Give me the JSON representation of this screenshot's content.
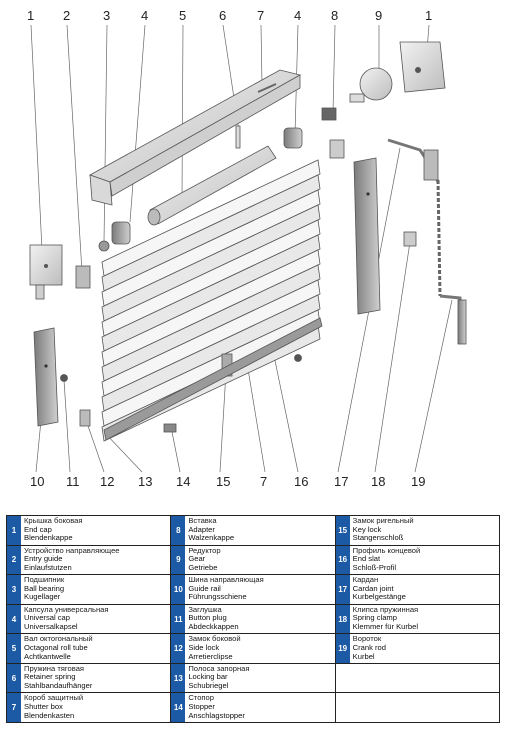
{
  "callouts_top": [
    "1",
    "2",
    "3",
    "4",
    "5",
    "6",
    "7",
    "4",
    "8",
    "9",
    "1"
  ],
  "callouts_bottom": [
    "10",
    "11",
    "12",
    "13",
    "14",
    "15",
    "7",
    "16",
    "17",
    "18",
    "19"
  ],
  "legend": {
    "columns": [
      [
        {
          "n": "1",
          "ru": "Крышка боковая",
          "en": "End cap",
          "de": "Blendenkappe"
        },
        {
          "n": "2",
          "ru": "Устройство направляющее",
          "en": "Entry guide",
          "de": "Einlaufstutzen"
        },
        {
          "n": "3",
          "ru": "Подшипник",
          "en": "Ball bearing",
          "de": "Kugellager"
        },
        {
          "n": "4",
          "ru": "Капсула универсальная",
          "en": "Universal cap",
          "de": "Universalkapsel"
        },
        {
          "n": "5",
          "ru": "Вал октогональный",
          "en": "Octagonal roll tube",
          "de": "Achtkantwelle"
        },
        {
          "n": "6",
          "ru": "Пружина тяговая",
          "en": "Retainer spring",
          "de": "Stahlbandaufhänger"
        },
        {
          "n": "7",
          "ru": "Короб защитный",
          "en": "Shutter box",
          "de": "Blendenkasten"
        }
      ],
      [
        {
          "n": "8",
          "ru": "Вставка",
          "en": "Adapter",
          "de": "Walzenkappe"
        },
        {
          "n": "9",
          "ru": "Редуктор",
          "en": "Gear",
          "de": "Getriebe"
        },
        {
          "n": "10",
          "ru": "Шина направляющая",
          "en": "Guide rail",
          "de": "Führungsschiene"
        },
        {
          "n": "11",
          "ru": "Заглушка",
          "en": "Button plug",
          "de": "Abdeckkappen"
        },
        {
          "n": "12",
          "ru": "Замок боковой",
          "en": "Side lock",
          "de": "Arretierclipse"
        },
        {
          "n": "13",
          "ru": "Полоса запорная",
          "en": "Locking bar",
          "de": "Schubriegel"
        },
        {
          "n": "14",
          "ru": "Стопор",
          "en": "Stopper",
          "de": "Anschlagstopper"
        }
      ],
      [
        {
          "n": "15",
          "ru": "Замок ригельный",
          "en": "Key lock",
          "de": "Stangenschloß"
        },
        {
          "n": "16",
          "ru": "Профиль концевой",
          "en": "End slat",
          "de": "Schloß-Profil"
        },
        {
          "n": "17",
          "ru": "Кардан",
          "en": "Cardan joint",
          "de": "Kurbelgestänge"
        },
        {
          "n": "18",
          "ru": "Клипса пружинная",
          "en": "Spring clamp",
          "de": "Klemmer für Kurbel"
        },
        {
          "n": "19",
          "ru": "Вороток",
          "en": "Crank rod",
          "de": "Kurbel"
        },
        {
          "n": "",
          "ru": "",
          "en": "",
          "de": ""
        },
        {
          "n": "",
          "ru": "",
          "en": "",
          "de": ""
        }
      ]
    ]
  }
}
